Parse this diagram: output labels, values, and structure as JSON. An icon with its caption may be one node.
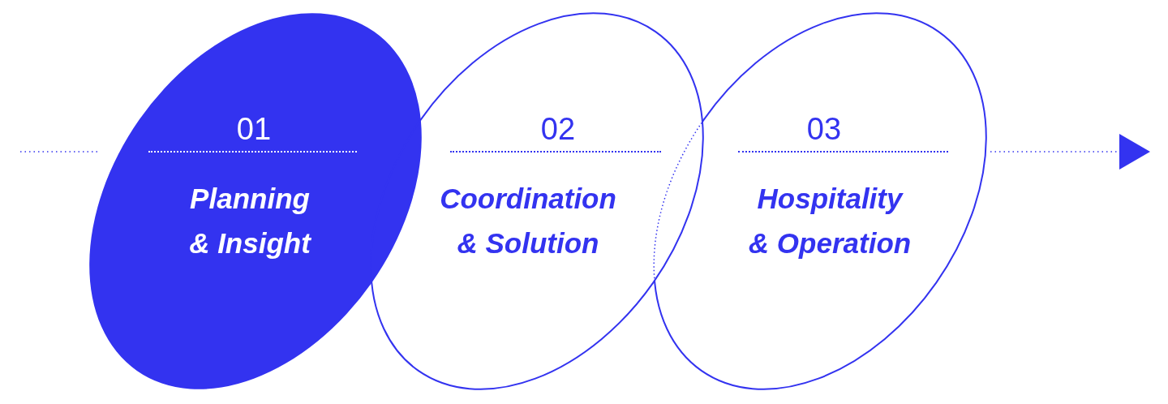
{
  "diagram": {
    "nodes": [
      {
        "text": [
          "01",
          "Planning & Insight"
        ]
      },
      {
        "text": [
          "02",
          "Coordination & Solution"
        ]
      },
      {
        "text": [
          "03",
          "Hospitality & Operation"
        ]
      }
    ],
    "edges": [
      {
        "from": null,
        "to": 0,
        "arrow": "none"
      },
      {
        "from": 2,
        "to": null,
        "arrow": "to"
      }
    ]
  }
}
